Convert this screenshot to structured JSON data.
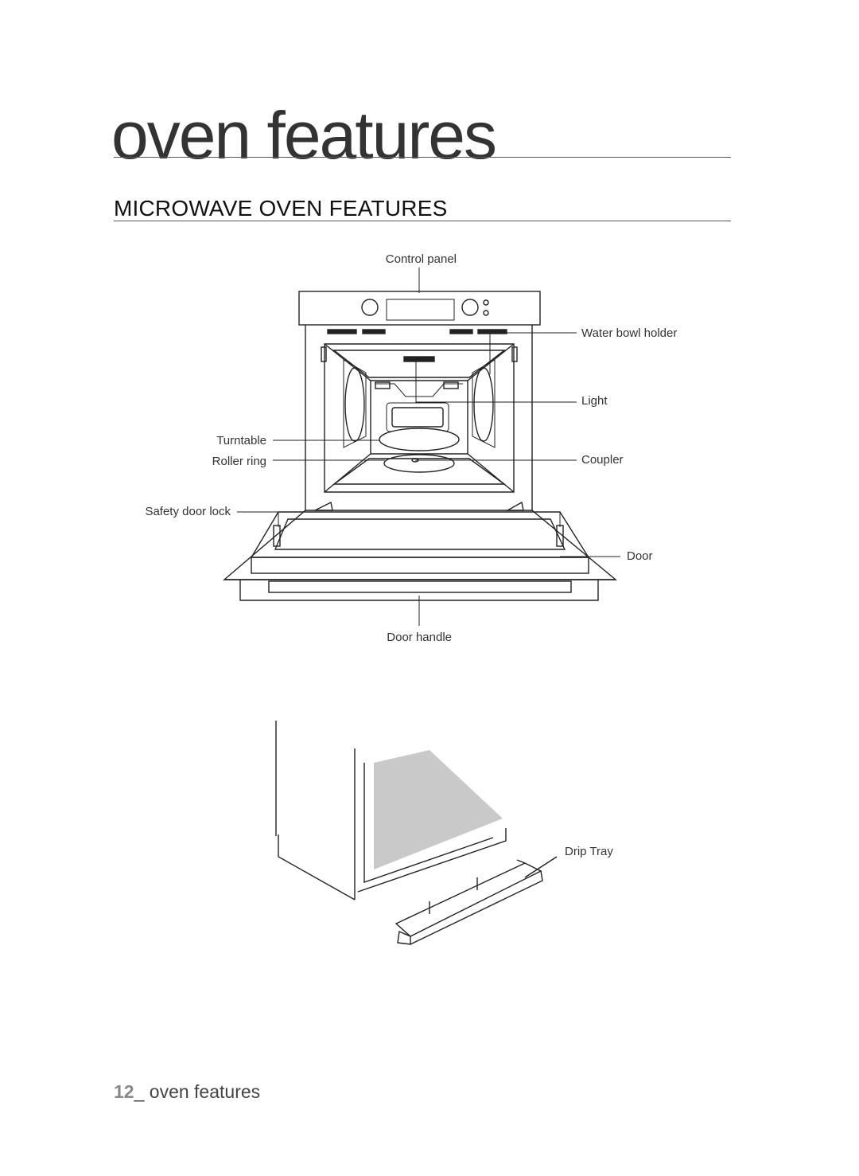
{
  "chapter_title": "oven features",
  "section_title": "MICROWAVE OVEN FEATURES",
  "labels": {
    "control_panel": "Control panel",
    "water_bowl_holder": "Water bowl holder",
    "light": "Light",
    "turntable": "Turntable",
    "roller_ring": "Roller ring",
    "coupler": "Coupler",
    "safety_door_lock": "Safety door lock",
    "door": "Door",
    "door_handle": "Door handle",
    "drip_tray": "Drip Tray"
  },
  "footer": {
    "page_number": "12",
    "separator": "_ ",
    "text": "oven features"
  },
  "colors": {
    "drip_area": "#c9c9c9",
    "text": "#333333"
  }
}
